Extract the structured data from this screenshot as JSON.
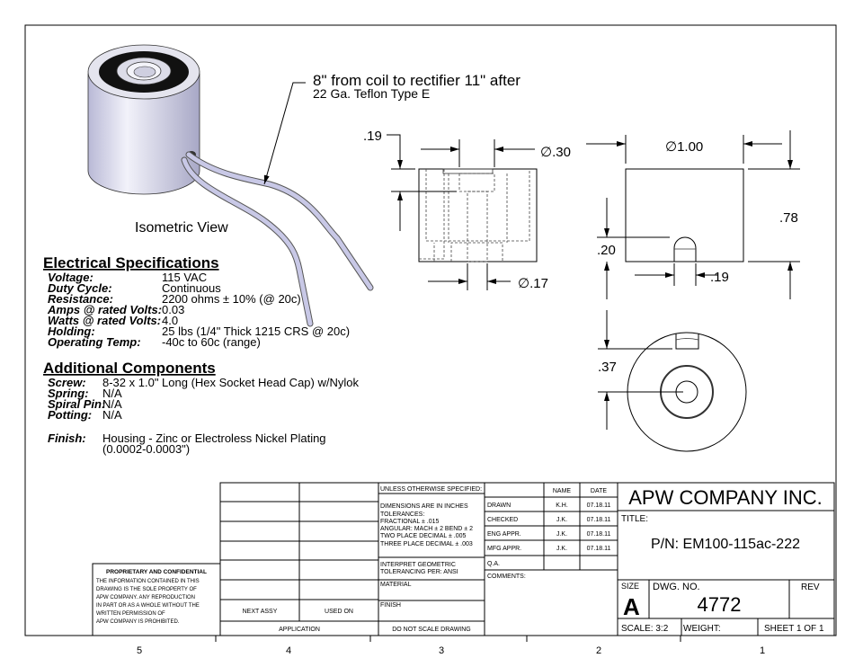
{
  "callout": {
    "line1": "8\" from coil to rectifier 11\" after",
    "line2": "22 Ga. Teflon Type E"
  },
  "isometric_label": "Isometric View",
  "dimensions": {
    "counterbore_depth": ".19",
    "counterbore_dia": "∅.30",
    "hole_dia": "∅.17",
    "outer_dia": "∅1.00",
    "height": ".78",
    "slot_height": ".20",
    "slot_width": ".19",
    "slot_offset": ".37"
  },
  "electrical": {
    "heading": "Electrical Specifications",
    "rows": [
      {
        "label": "Voltage:",
        "value": "115 VAC"
      },
      {
        "label": "Duty Cycle:",
        "value": "Continuous"
      },
      {
        "label": "Resistance:",
        "value": "2200 ohms ± 10% (@ 20c)"
      },
      {
        "label": "Amps @ rated Volts:",
        "value": "0.03"
      },
      {
        "label": "Watts @ rated Volts:",
        "value": "4.0"
      },
      {
        "label": "Holding:",
        "value": "25 lbs (1/4\" Thick 1215 CRS @ 20c)"
      },
      {
        "label": "Operating Temp:",
        "value": "-40c to 60c (range)"
      }
    ]
  },
  "components": {
    "heading": "Additional Components",
    "rows": [
      {
        "label": "Screw:",
        "value": "8-32 x 1.0\" Long (Hex Socket Head Cap) w/Nylok"
      },
      {
        "label": "Spring:",
        "value": "N/A"
      },
      {
        "label": "Spiral Pin:",
        "value": "N/A"
      },
      {
        "label": "Potting:",
        "value": "N/A"
      }
    ],
    "finish_label": "Finish:",
    "finish_line1": "Housing - Zinc or Electroless Nickel Plating",
    "finish_line2": "(0.0002-0.0003\")"
  },
  "proprietary": {
    "title": "PROPRIETARY AND CONFIDENTIAL",
    "lines": [
      "THE INFORMATION CONTAINED IN THIS",
      "DRAWING IS THE SOLE PROPERTY OF",
      "APW COMPANY.  ANY  REPRODUCTION",
      "IN PART OR AS A WHOLE WITHOUT THE",
      "WRITTEN PERMISSION OF",
      "APW COMPANY IS PROHIBITED."
    ]
  },
  "title_block": {
    "next_assy": "NEXT ASSY",
    "used_on": "USED ON",
    "application": "APPLICATION",
    "unless": "UNLESS OTHERWISE SPECIFIED:",
    "tolerances": [
      "DIMENSIONS ARE IN INCHES",
      "TOLERANCES:",
      "FRACTIONAL ± .015",
      "ANGULAR: MACH ± 2    BEND ± 2",
      "TWO PLACE DECIMAL    ± .005",
      "THREE PLACE DECIMAL  ± .003"
    ],
    "interpret1": "INTERPRET GEOMETRIC",
    "interpret2": "TOLERANCING PER: ANSI",
    "material": "MATERIAL",
    "finish": "FINISH",
    "do_not_scale": "DO NOT SCALE DRAWING",
    "name_header": "NAME",
    "date_header": "DATE",
    "approvals": [
      {
        "role": "DRAWN",
        "name": "K.H.",
        "date": "07.18.11"
      },
      {
        "role": "CHECKED",
        "name": "J.K.",
        "date": "07.18.11"
      },
      {
        "role": "ENG APPR.",
        "name": "J.K.",
        "date": "07.18.11"
      },
      {
        "role": "MFG APPR.",
        "name": "J.K.",
        "date": "07.18.11"
      },
      {
        "role": "Q.A.",
        "name": "",
        "date": ""
      }
    ],
    "comments": "COMMENTS:",
    "company": "APW COMPANY INC.",
    "title_label": "TITLE:",
    "part_number": "P/N: EM100-115ac-222",
    "size_label": "SIZE",
    "size": "A",
    "dwg_no_label": "DWG.  NO.",
    "dwg_no": "4772",
    "rev_label": "REV",
    "scale": "SCALE: 3:2",
    "weight": "WEIGHT:",
    "sheet": "SHEET 1 OF 1"
  },
  "zones": [
    "5",
    "4",
    "3",
    "2",
    "1"
  ]
}
